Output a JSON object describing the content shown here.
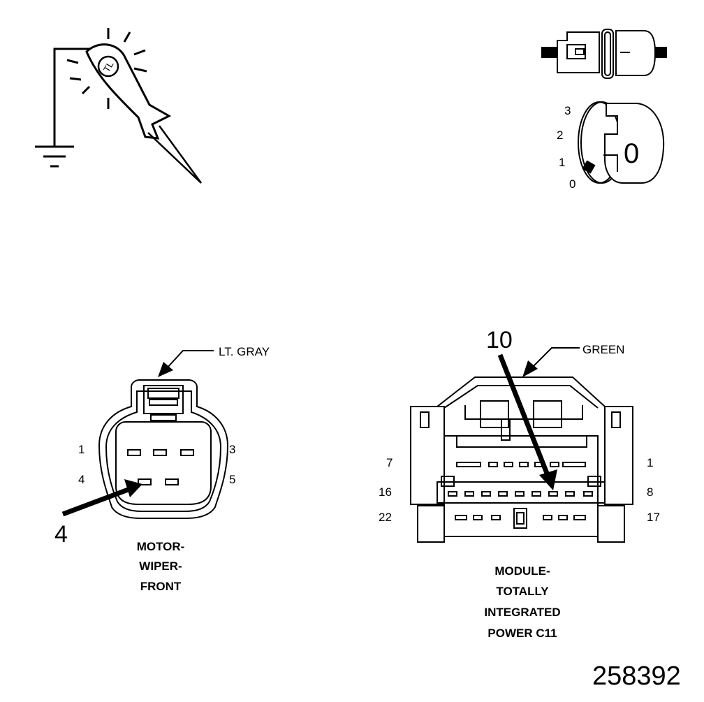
{
  "ignition_switch": {
    "positions": [
      "3",
      "2",
      "1",
      "0"
    ],
    "key_label": "0"
  },
  "motor_connector": {
    "color_label": "LT. GRAY",
    "pin_labels": [
      "1",
      "3",
      "4",
      "5"
    ],
    "callout_pin": "4",
    "name_lines": [
      "MOTOR-",
      "WIPER-",
      "FRONT"
    ]
  },
  "module_connector": {
    "color_label": "GREEN",
    "pin_labels": [
      "7",
      "1",
      "16",
      "8",
      "22",
      "17"
    ],
    "callout_pin": "10",
    "name_lines": [
      "MODULE-",
      "TOTALLY",
      "INTEGRATED",
      "POWER C11"
    ]
  },
  "figure_number": "258392"
}
